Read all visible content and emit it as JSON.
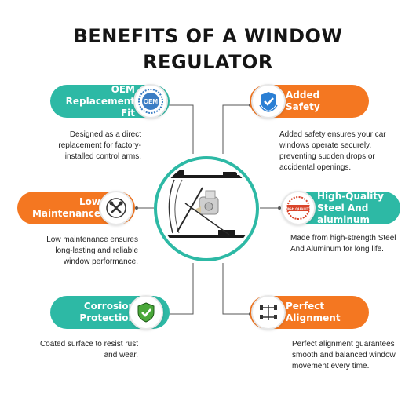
{
  "title": {
    "line1": "BENEFITS OF A WINDOW",
    "line2": "REGULATOR"
  },
  "colors": {
    "teal": "#2db9a5",
    "orange": "#f47721",
    "text": "#222222"
  },
  "features": {
    "oem": {
      "label": "OEM\nReplacement Fit",
      "icon": "oem-seal-icon",
      "badge_text": "OEM",
      "description": "Designed as a direct replacement for factory-installed control arms."
    },
    "safety": {
      "label": "Added\nSafety",
      "icon": "shield-check-icon",
      "description": "Added safety ensures your car windows operate securely, preventing sudden drops or accidental openings."
    },
    "maintenance": {
      "label": "Low\nMaintenance",
      "icon": "wrench-screwdriver-icon",
      "description": "Low maintenance ensures long-lasting and reliable window performance."
    },
    "quality": {
      "label": "High-Quality\nSteel And\naluminum",
      "icon": "high-quality-stamp-icon",
      "badge_text": "HIGH QUALITY",
      "description": "Made from high-strength Steel And Aluminum for long life."
    },
    "corrosion": {
      "label": "Corrosion\nProtection",
      "icon": "shield-check-icon",
      "description": "Coated surface to resist rust and wear."
    },
    "alignment": {
      "label": "Perfect\nAlignment",
      "icon": "axle-alignment-icon",
      "description": "Perfect alignment guarantees smooth and balanced window movement every time."
    }
  }
}
